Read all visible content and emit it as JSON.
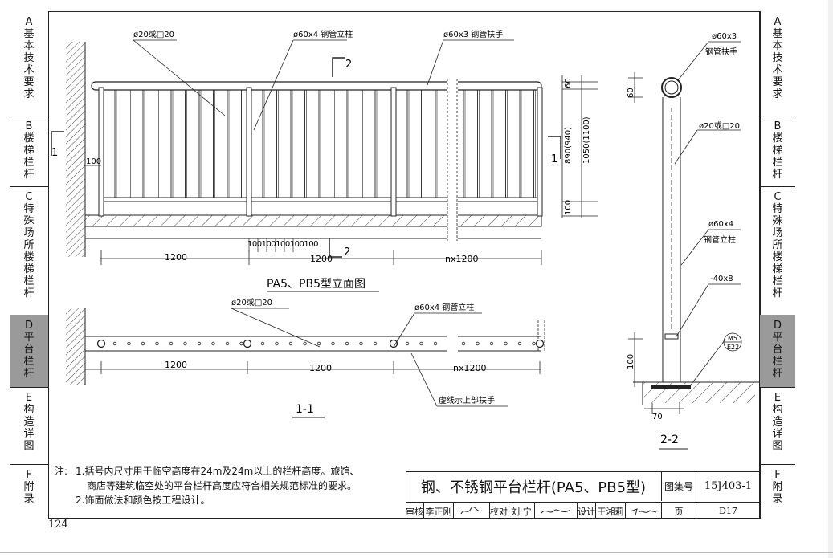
{
  "tabs_left": [
    {
      "letter": "A",
      "chars": [
        "基",
        "本",
        "技",
        "术",
        "要",
        "求"
      ],
      "active": false
    },
    {
      "letter": "B",
      "chars": [
        "楼",
        "梯",
        "栏",
        "杆"
      ],
      "active": false
    },
    {
      "letter": "C",
      "chars": [
        "特",
        "殊",
        "场",
        "所",
        "楼",
        "梯",
        "栏",
        "杆"
      ],
      "active": false
    },
    {
      "letter": "D",
      "chars": [
        "平",
        "台",
        "栏",
        "杆"
      ],
      "active": true
    },
    {
      "letter": "E",
      "chars": [
        "构",
        "造",
        "详",
        "图"
      ],
      "active": false
    },
    {
      "letter": "F",
      "chars": [
        "附",
        "录"
      ],
      "active": false
    }
  ],
  "page_number": "124",
  "elevation": {
    "title": "PA5、PB5型立面图",
    "callout_baluster": "ø20或□20",
    "callout_post": "ø60x4 钢管立柱",
    "callout_handrail": "ø60x3 钢管扶手",
    "section_mark_top": "2",
    "section_mark_bottom": "2",
    "section_mark_left": "1",
    "section_mark_right": "1",
    "dim_100_left": "100",
    "dim_60": "60",
    "dim_890": "890(940)",
    "dim_1050": "1050(1100)",
    "dim_100_bottom": "100",
    "dim_spacing": [
      "100",
      "100",
      "100",
      "100",
      "100"
    ],
    "dim_span1": "1200",
    "dim_span2": "1200",
    "dim_span3": "nx1200"
  },
  "plan": {
    "title": "1-1",
    "callout_baluster": "ø20或□20",
    "callout_post": "ø60x4 钢管立柱",
    "callout_dashed": "虚线示上部扶手",
    "dim_span1": "1200",
    "dim_span2": "1200",
    "dim_span3": "nx1200"
  },
  "section": {
    "title": "2-2",
    "callout_handrail": "ø60x3",
    "callout_handrail_name": "钢管扶手",
    "callout_baluster": "ø20或□20",
    "callout_post": "ø60x4",
    "callout_post_name": "钢管立柱",
    "callout_plate": "-40x8",
    "callout_ref_top": "M5",
    "callout_ref_bottom": "E22",
    "dim_60": "60",
    "dim_100": "100",
    "dim_70": "70"
  },
  "notes": {
    "label": "注:",
    "items": [
      "1.括号内尺寸用于临空高度在24m及24m以上的栏杆高度。旅馆、",
      "商店等建筑临空处的平台栏杆高度应符合相关规范标准的要求。",
      "2.饰面做法和颜色按工程设计。"
    ]
  },
  "title_block": {
    "title": "钢、不锈钢平台栏杆(PA5、PB5型)",
    "set_label": "图集号",
    "set_value": "15J403-1",
    "review_label": "审核",
    "review_name": "李正刚",
    "check_label": "校对",
    "check_name": "刘 宁",
    "design_label": "设计",
    "design_name": "王湘莉",
    "page_label": "页",
    "page_value": "D17"
  }
}
